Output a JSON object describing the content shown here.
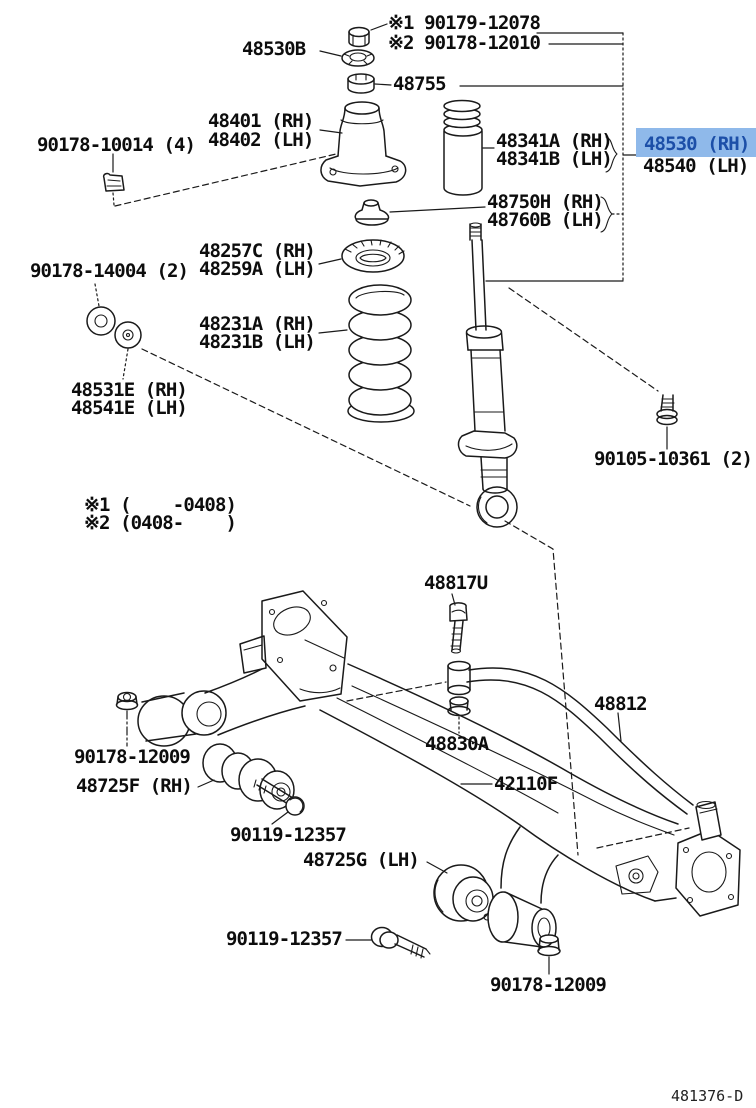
{
  "diagram": {
    "drawing_code": "481376-D",
    "selected_part": "48530 (RH)",
    "colors": {
      "highlight_bg": "#8FB9EA",
      "highlight_text": "#1C4FA8",
      "line": "#1A1A1A",
      "label_text": "#0D0D0D",
      "background": "#FFFFFF"
    }
  },
  "labels": {
    "note_variant1": "※1 90179-12078",
    "note_variant2": "※2 90178-12010",
    "p48530b": "48530B",
    "p48755": "48755",
    "p48401": "48401 (RH)",
    "p48402": "48402 (LH)",
    "p90178_10014": "90178-10014 (4)",
    "p48341a": "48341A (RH)",
    "p48341b": "48341B (LH)",
    "p48530": "48530 (RH)",
    "p48540": "48540 (LH)",
    "p48750h": "48750H (RH)",
    "p48760b": "48760B (LH)",
    "p48257c": "48257C (RH)",
    "p48259a": "48259A (LH)",
    "p90178_14004": "90178-14004 (2)",
    "p48231a": "48231A (RH)",
    "p48231b": "48231B (LH)",
    "p48531e": "48531E (RH)",
    "p48541e": "48541E (LH)",
    "p90105_10361": "90105-10361 (2)",
    "date_note1": "※1 (    -0408)",
    "date_note2": "※2 (0408-    )",
    "p48817u": "48817U",
    "p48812": "48812",
    "p90178_12009_left": "90178-12009",
    "p48725f": "48725F (RH)",
    "p48830a": "48830A",
    "p42110f": "42110F",
    "p90119_12357_upper": "90119-12357",
    "p48725g": "48725G (LH)",
    "p90119_12357_lower": "90119-12357",
    "p90178_12009_bottom": "90178-12009",
    "drawing_code": "481376-D"
  }
}
